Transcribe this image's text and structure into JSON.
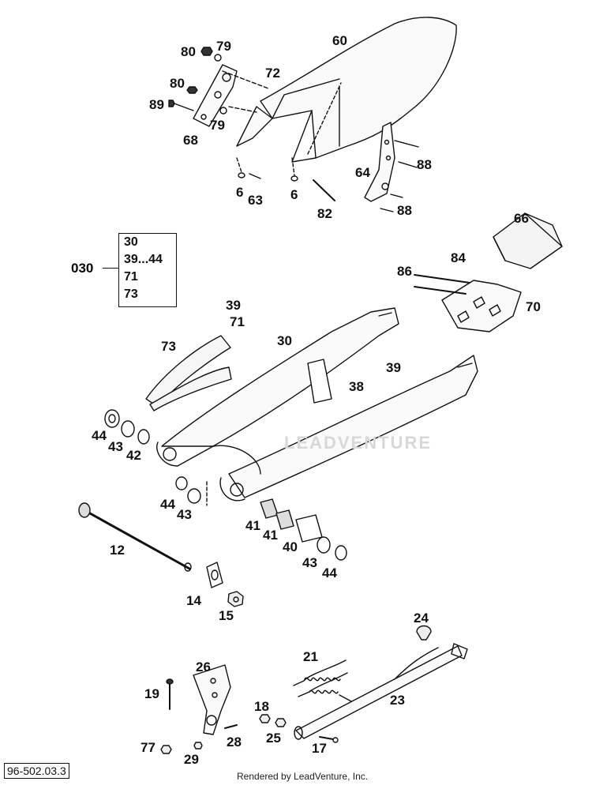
{
  "diagram": {
    "document_id": "96-502.03.3",
    "footer": "Rendered by LeadVenture, Inc.",
    "watermark": "LEADVENTURE",
    "kit": {
      "label": "030",
      "items": [
        "30",
        "39...44",
        "71",
        "73"
      ]
    },
    "callouts": {
      "c80a": "80",
      "c79a": "79",
      "c60": "60",
      "c72": "72",
      "c80b": "80",
      "c89": "89",
      "c79b": "79",
      "c68": "68",
      "c64": "64",
      "c88a": "88",
      "c6a": "6",
      "c63": "63",
      "c6b": "6",
      "c82": "82",
      "c88b": "88",
      "c66": "66",
      "c84": "84",
      "c86": "86",
      "c70": "70",
      "c39a": "39",
      "c71": "71",
      "c73": "73",
      "c30": "30",
      "c39b": "39",
      "c38": "38",
      "c44a": "44",
      "c43a": "43",
      "c42": "42",
      "c44b": "44",
      "c43b": "43",
      "c41a": "41",
      "c41b": "41",
      "c40": "40",
      "c43c": "43",
      "c44c": "44",
      "c12": "12",
      "c14": "14",
      "c15": "15",
      "c24": "24",
      "c21": "21",
      "c26": "26",
      "c19": "19",
      "c23": "23",
      "c18": "18",
      "c25": "25",
      "c28": "28",
      "c17": "17",
      "c77": "77",
      "c29": "29"
    }
  }
}
